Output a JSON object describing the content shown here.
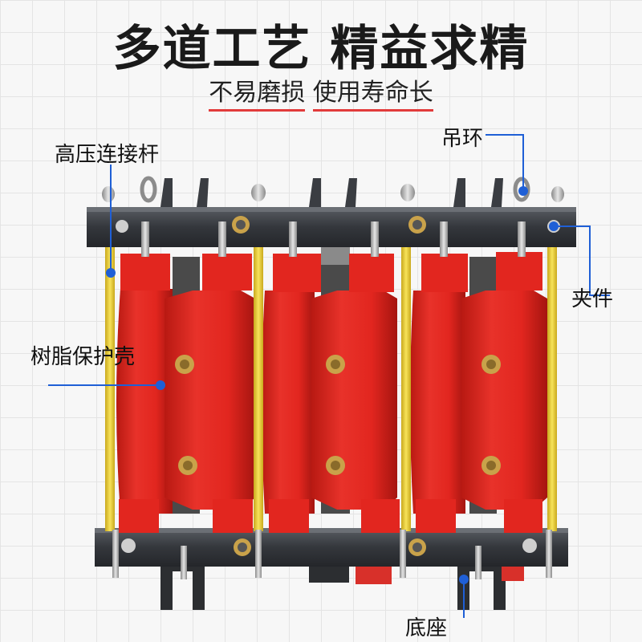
{
  "header": {
    "title": "多道工艺 精益求精",
    "subtitle_left": "不易磨损",
    "subtitle_right": "使用寿命长"
  },
  "callouts": {
    "hv_rod": "高压连接杆",
    "lifting_ring": "吊环",
    "clamp": "夹件",
    "resin_shell": "树脂保护壳",
    "base": "底座"
  },
  "colors": {
    "accent_underline": "#e23b3b",
    "callout_line": "#1f5fd6",
    "callout_dot": "#1f5fd6",
    "resin_red": "#e2261f",
    "rod_yellow": "#f2d73a",
    "frame_dark": "#3a3d42"
  }
}
